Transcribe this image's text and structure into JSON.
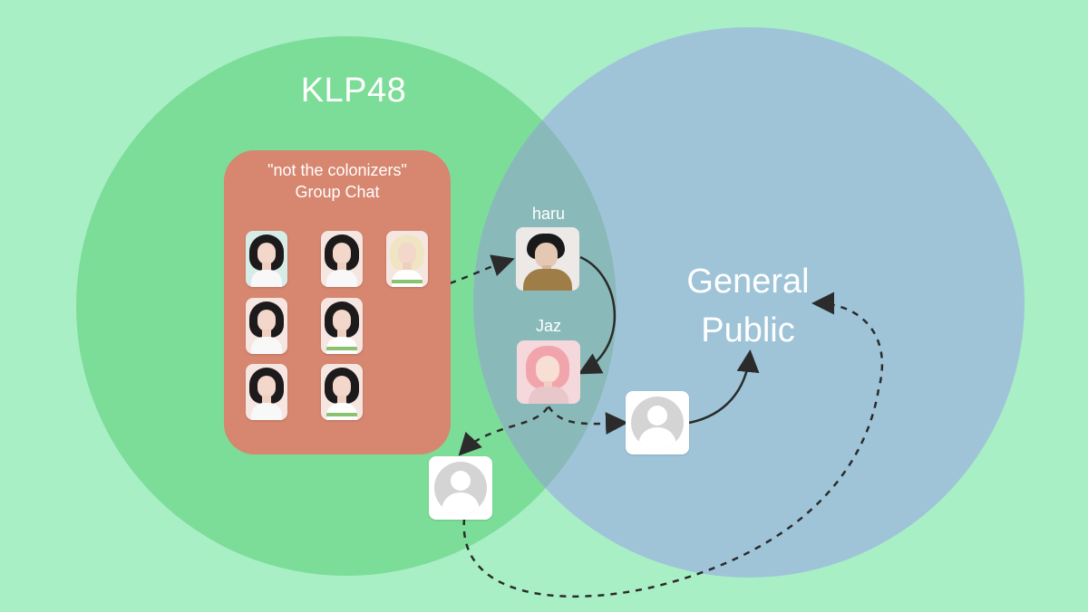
{
  "diagram": {
    "left_circle_label": "KLP48",
    "group_chat": {
      "title_line_1": "\"not the colonizers\"",
      "title_line_2": "Group Chat",
      "member_icons": [
        "member-photo-icon",
        "member-photo-icon",
        "member-photo-icon",
        "member-photo-icon",
        "member-photo-icon",
        "member-photo-icon",
        "member-photo-icon"
      ]
    },
    "people": {
      "haru": "haru",
      "jaz": "Jaz"
    },
    "right_circle_label_line_1": "General",
    "right_circle_label_line_2": "Public",
    "anonymous_icons": [
      "anonymous-user-icon",
      "anonymous-user-icon"
    ],
    "colors": {
      "background": "#a8efc5",
      "left_circle": "#7cdd98",
      "right_circle": "#9fc4d8",
      "overlap": "#8ab9b9",
      "group_chat_box": "#d7866f",
      "text": "#ffffff",
      "arrow": "#2b2b2b"
    }
  }
}
